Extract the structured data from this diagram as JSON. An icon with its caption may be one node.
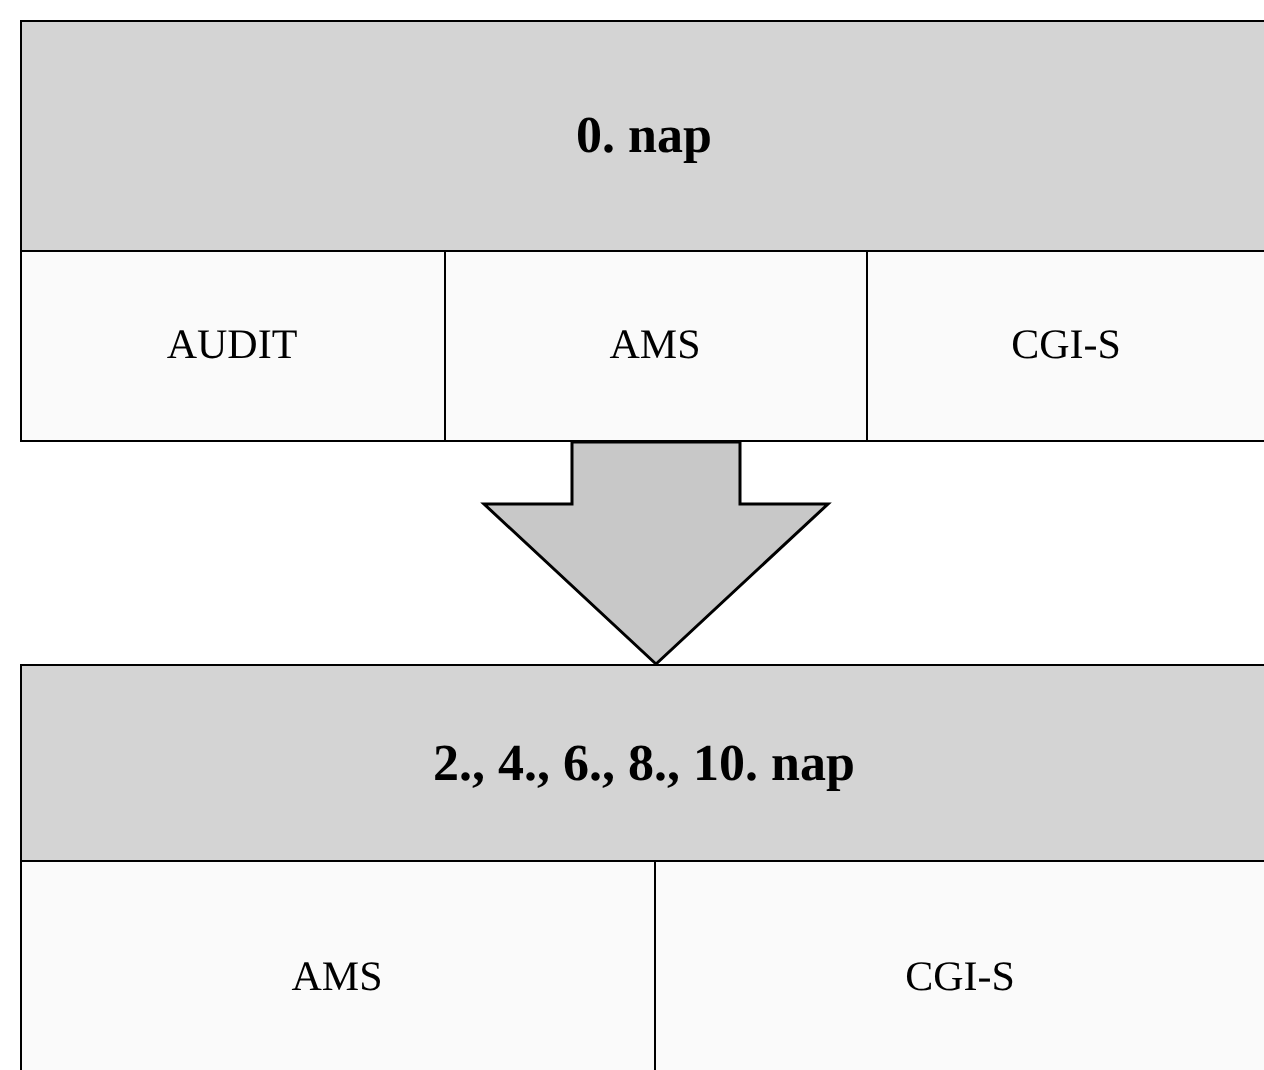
{
  "diagram": {
    "nodes": [
      {
        "text": [
          "0. nap"
        ]
      },
      {
        "text": [
          "AUDIT"
        ],
        "in": 0
      },
      {
        "text": [
          "AMS"
        ],
        "in": 0
      },
      {
        "text": [
          "CGI-S"
        ],
        "in": 0
      },
      {
        "text": [
          "2., 4., 6., 8., 10. nap"
        ]
      },
      {
        "text": [
          "AMS"
        ],
        "in": 4
      },
      {
        "text": [
          "CGI-S"
        ],
        "in": 4
      }
    ],
    "edges": [
      {
        "from": 0,
        "to": 4,
        "arrow": "to",
        "style": "thick"
      }
    ]
  }
}
